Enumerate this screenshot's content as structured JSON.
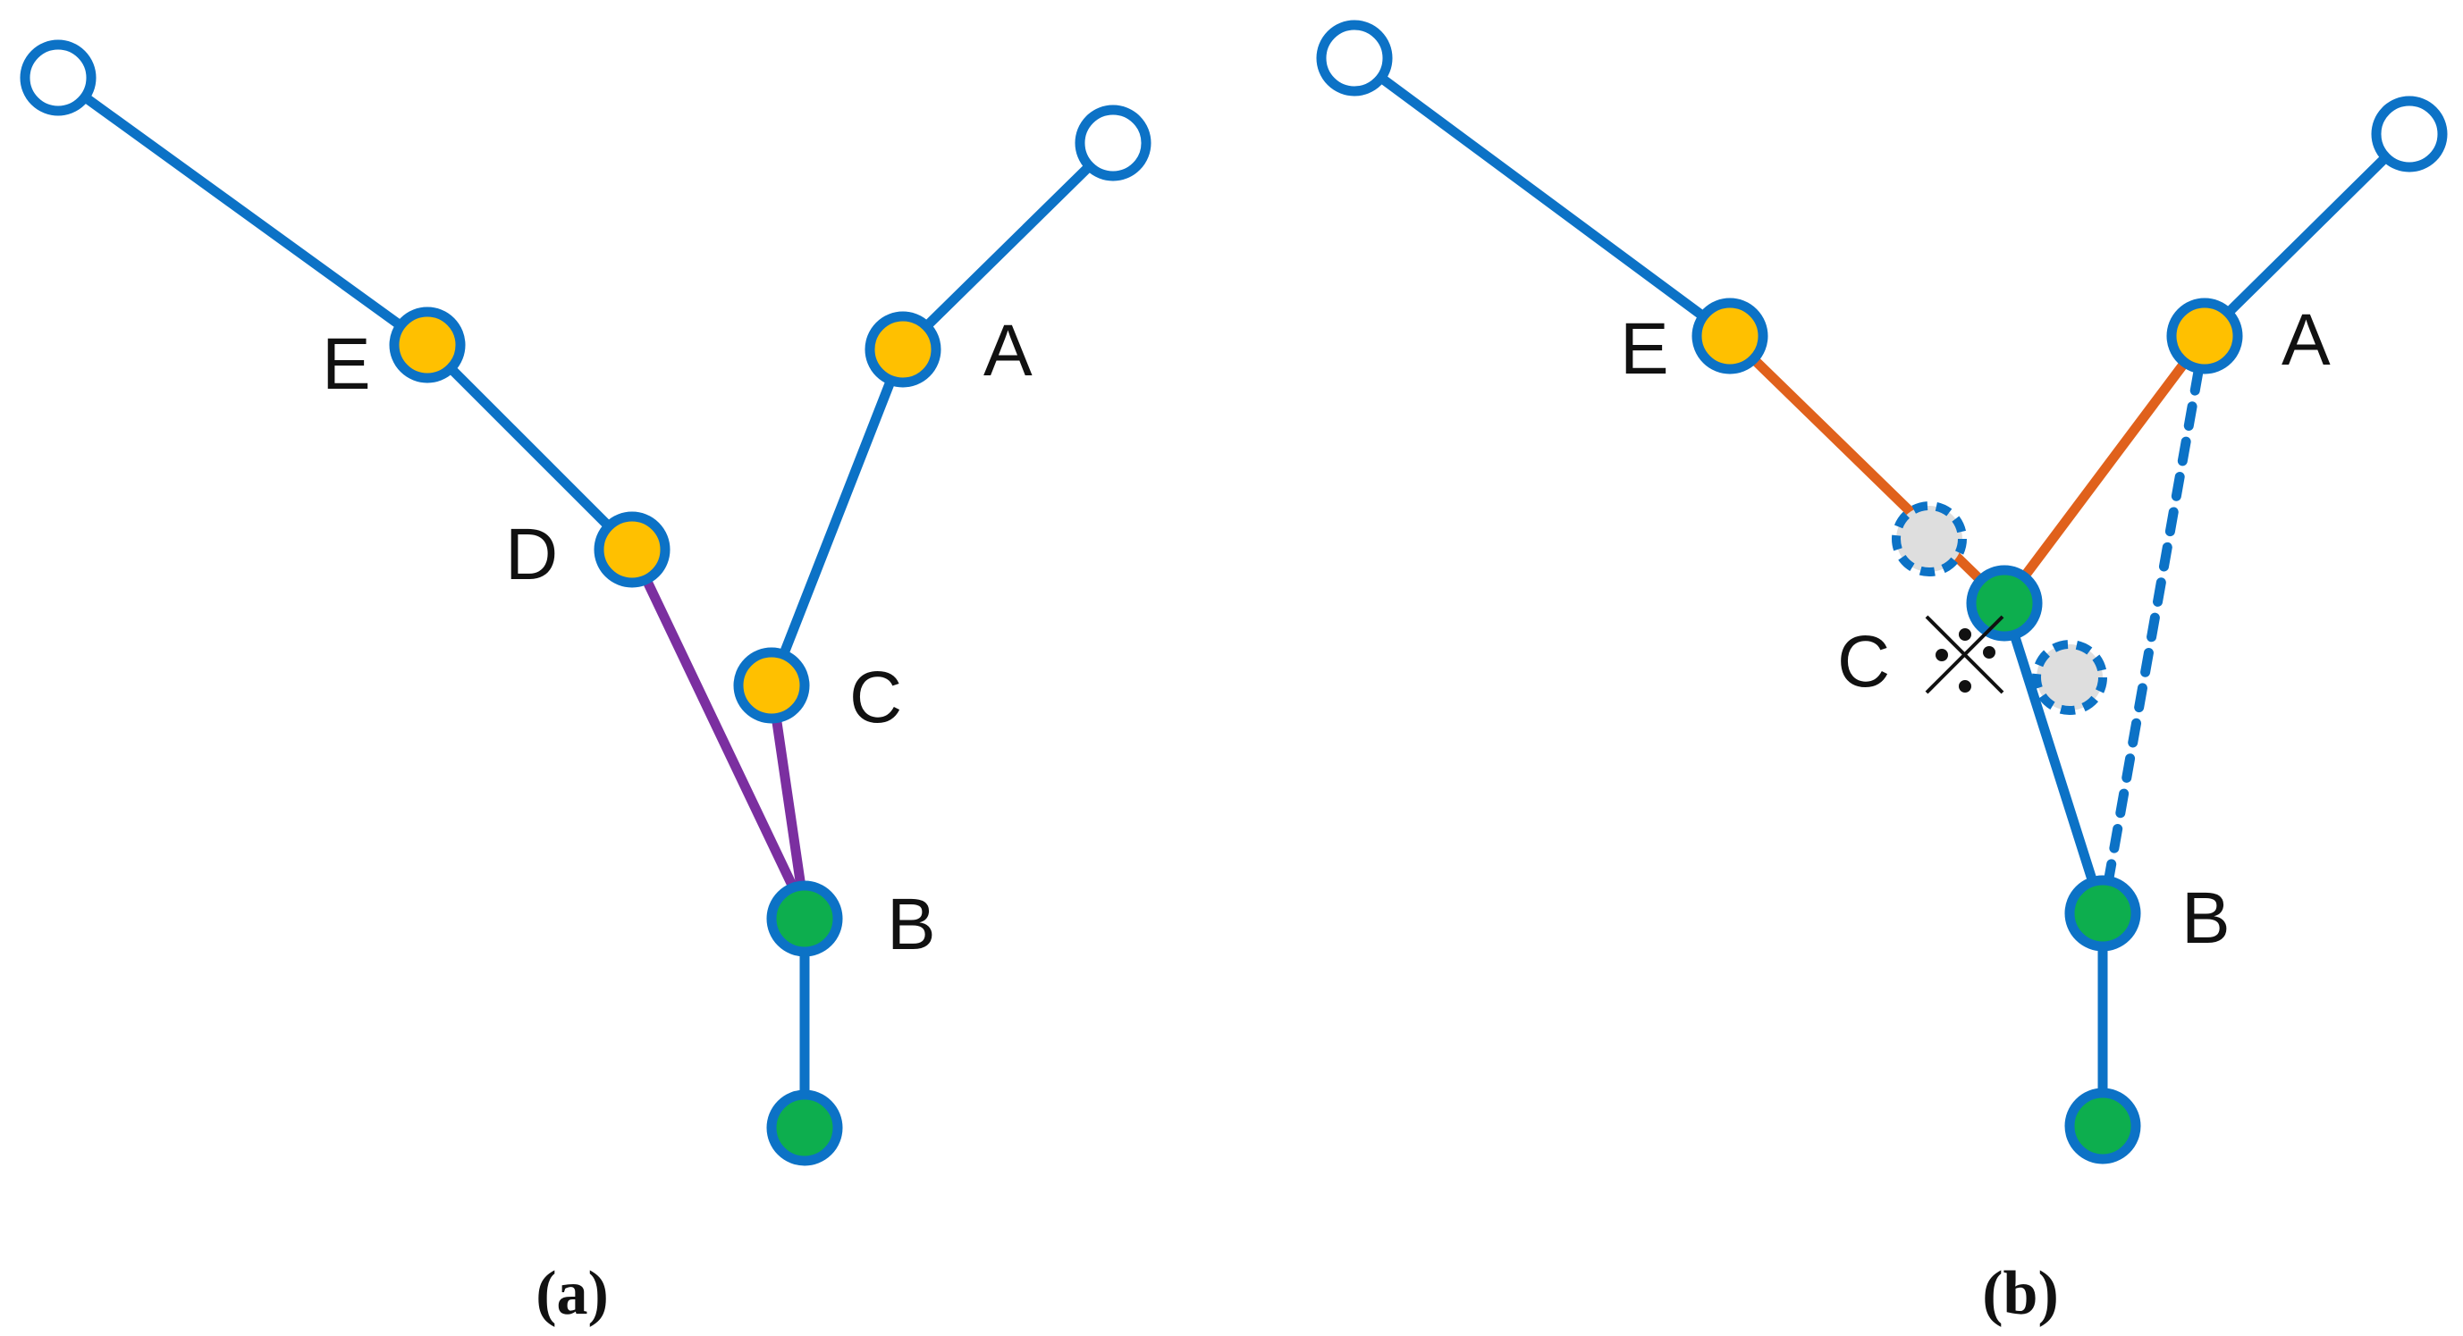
{
  "colors": {
    "edge_blue": "#0C72C6",
    "edge_purple": "#7B2FA0",
    "edge_orange": "#E0611C",
    "node_yellow": "#FFC000",
    "node_green": "#0DAE4E",
    "node_white": "#FFFFFF",
    "node_gray": "#DEDEDE",
    "mark_black": "#111111"
  },
  "panels": {
    "a": {
      "caption": "(a)",
      "labels": {
        "E": "E",
        "D": "D",
        "A": "A",
        "C": "C",
        "B": "B"
      }
    },
    "b": {
      "caption": "(b)",
      "labels": {
        "E": "E",
        "A": "A",
        "C": "C",
        "B": "B"
      }
    }
  }
}
